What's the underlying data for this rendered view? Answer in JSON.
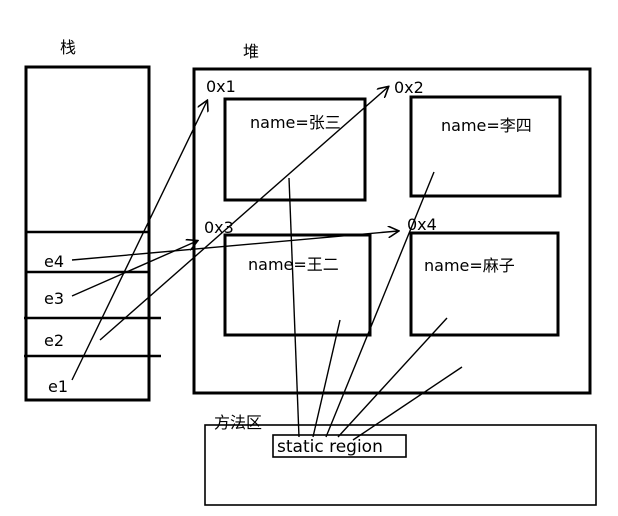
{
  "stack": {
    "title": "栈",
    "vars": [
      "e4",
      "e3",
      "e2",
      "e1"
    ]
  },
  "heap": {
    "title": "堆",
    "objects": [
      {
        "addr": "0x1",
        "text": "name=张三"
      },
      {
        "addr": "0x2",
        "text": "name=李四"
      },
      {
        "addr": "0x3",
        "text": "name=王二"
      },
      {
        "addr": "0x4",
        "text": "name=麻子"
      }
    ]
  },
  "method_area": {
    "title": "方法区",
    "static_region": "static region"
  }
}
